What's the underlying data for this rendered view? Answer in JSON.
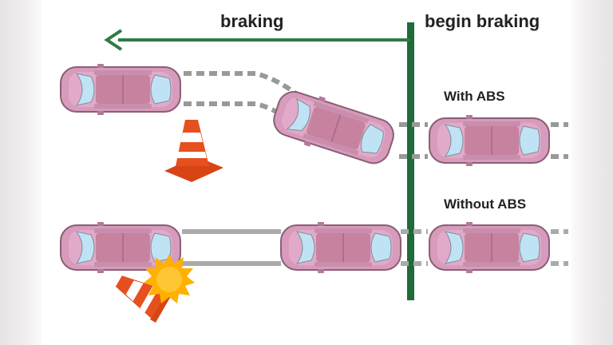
{
  "labels": {
    "braking": "braking",
    "begin_braking": "begin braking",
    "with_abs": "With ABS",
    "without_abs": "Without ABS"
  },
  "colors": {
    "arrow": "#2f7a45",
    "brake_line": "#1f6b3a",
    "car_body": "#d79bbb",
    "car_roof": "#c7829f",
    "window": "#bfe3f5",
    "cone": "#e6501e",
    "burst": "#ffb000",
    "with_abs_track": "#999999",
    "without_abs_track": "#aaaaaa"
  },
  "icons": [
    "left-arrow-icon",
    "car-icon",
    "traffic-cone-icon",
    "impact-burst-icon"
  ]
}
